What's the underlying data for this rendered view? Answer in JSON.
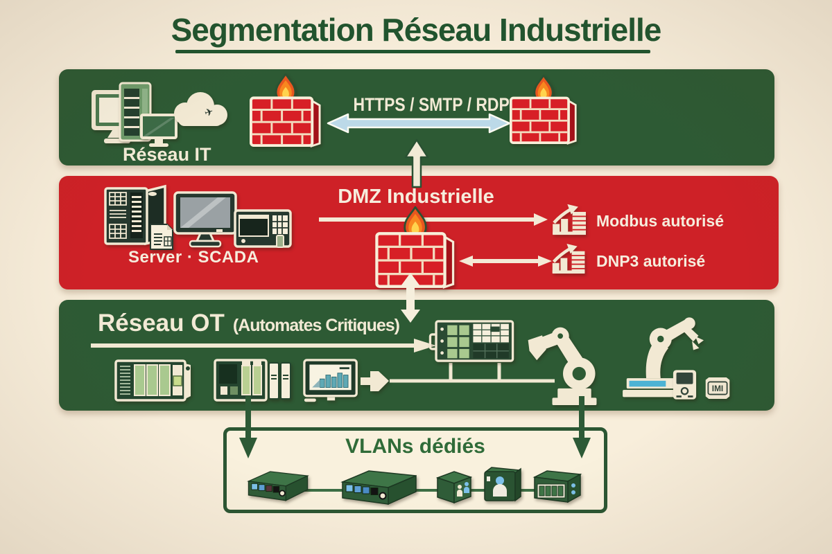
{
  "title": "Segmentation Réseau Industrielle",
  "colors": {
    "background": "#f8eedb",
    "band_green": "#2d5a34",
    "band_red": "#ce2127",
    "cream": "#f2e9d3",
    "title_green": "#20552f",
    "vlan_title_green": "#2f6b38",
    "arrow_blue": "#bcd9e8",
    "brick_red": "#d71f26",
    "flame_orange": "#f8871f",
    "flame_yellow": "#ffd34d",
    "hmi_chart_teal": "#5fa9b5"
  },
  "it_band": {
    "label": "Réseau IT",
    "protocols": "HTTPS / SMTP / RDP",
    "icons": [
      "desktop-monitor",
      "server-tower",
      "monitor",
      "cloud",
      "plane",
      "firewall",
      "firewall"
    ],
    "plane_glyph": "✈"
  },
  "dmz_band": {
    "title": "DMZ Industrielle",
    "server_label": "Server · SCADA",
    "icons": [
      "server-rack",
      "document",
      "scada-monitor",
      "control-console",
      "firewall",
      "chart-up",
      "chart-up"
    ],
    "rules": [
      {
        "label": "Modbus autorisé"
      },
      {
        "label": "DNP3 autorisé"
      }
    ]
  },
  "ot_band": {
    "title": "Réseau OT",
    "subtitle": "(Automates Critiques)",
    "icons": [
      "plc-rack",
      "plc-rack",
      "hmi-monitor",
      "plc-module",
      "robot-arm",
      "robot-arm",
      "handheld-terminal",
      "io-module"
    ],
    "imi_label": "IMI"
  },
  "vlan_box": {
    "title": "VLANs dédiés",
    "icons": [
      "network-switch",
      "network-switch",
      "user-cube",
      "user-box",
      "port-switch"
    ]
  }
}
